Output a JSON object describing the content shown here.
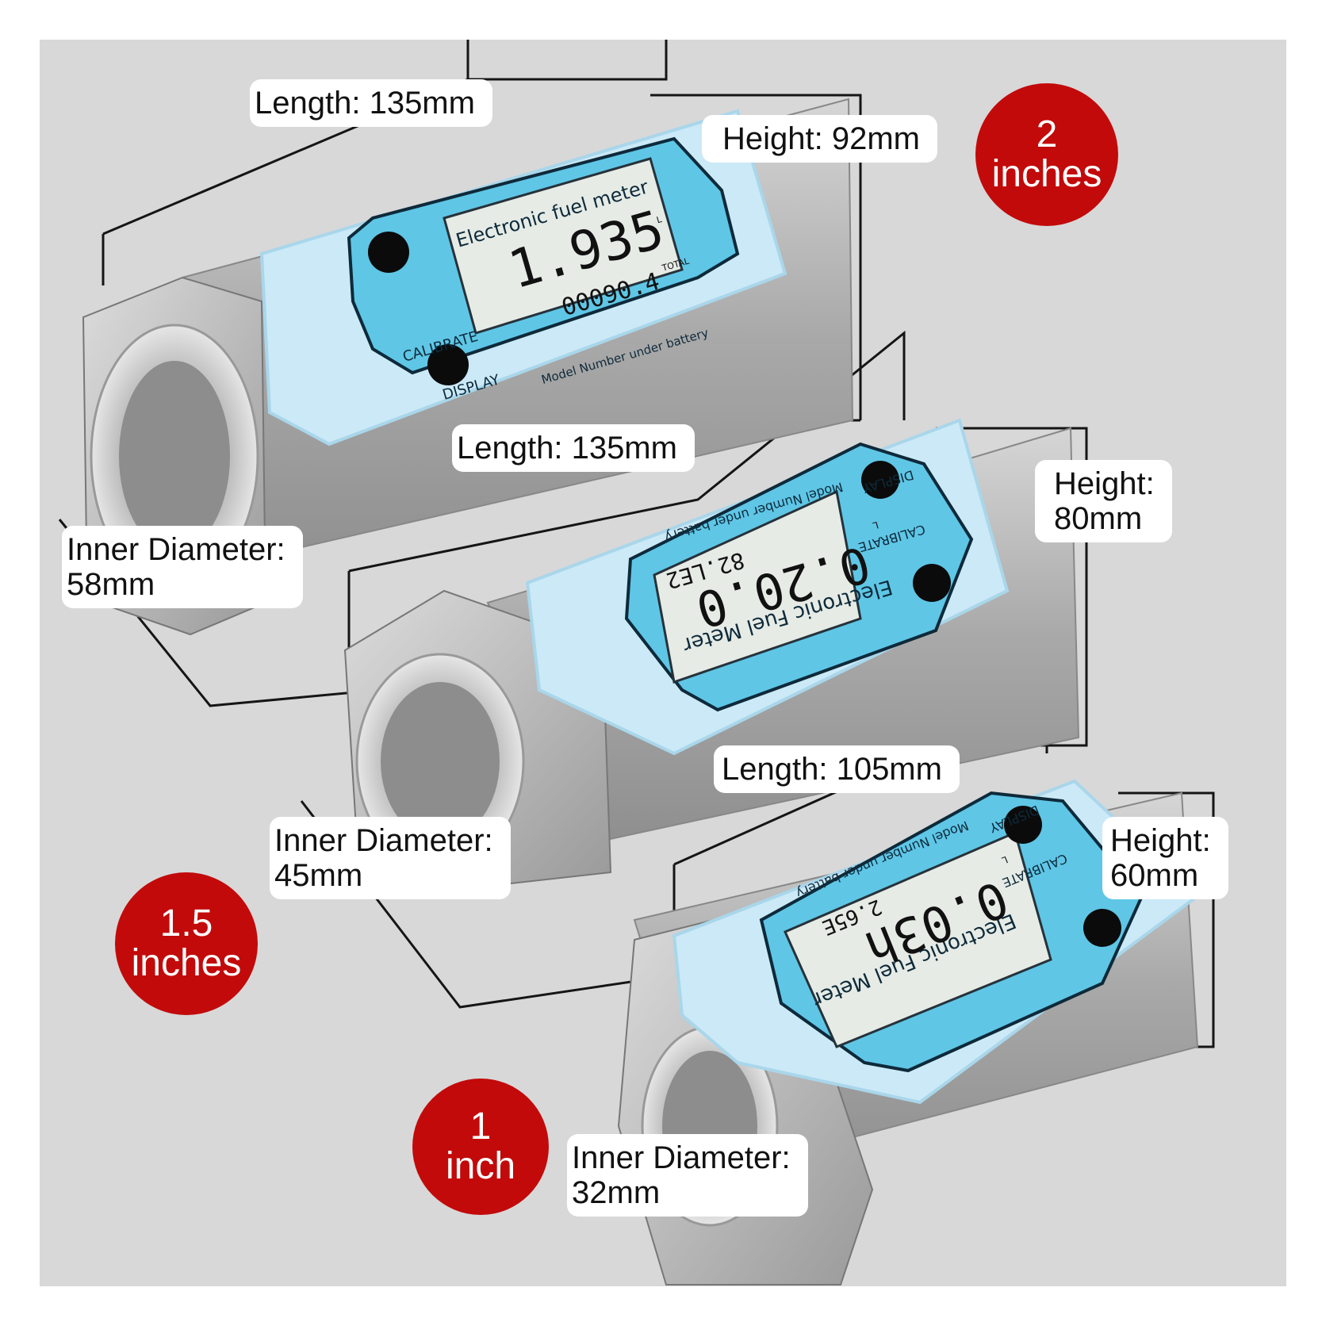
{
  "colors": {
    "background": "#d8d8d8",
    "badge": "#c20a0a",
    "meter_face": "#5fc6e6",
    "metal": "#b8b8b8",
    "lcd": "#e6ebe6"
  },
  "meters": [
    {
      "size_badge": [
        "2",
        "inches"
      ],
      "length_label": "Length: 135mm",
      "height_label": "Height: 92mm",
      "diameter_label": "Inner Diameter:\n58mm",
      "face": {
        "title": "Electronic fuel meter",
        "reading_main": "1.935",
        "reading_total": "00090.4",
        "total_label": "TOTAL",
        "unit": "L",
        "button_calibrate": "CALIBRATE",
        "button_display": "DISPLAY",
        "footer": "Model Number under battery"
      }
    },
    {
      "size_badge": [
        "1.5",
        "inches"
      ],
      "length_label": "Length: 135mm",
      "height_label": "Height:\n80mm",
      "diameter_label": "Inner Diameter:\n45mm",
      "face": {
        "title": "Electronic Fuel Meter",
        "reading_main": "0.20.0",
        "reading_total": "82.LE2",
        "unit": "L",
        "button_calibrate": "CALIBRATE",
        "button_display": "DISPLAY",
        "footer": "Model Number under battery"
      }
    },
    {
      "size_badge": [
        "1",
        "inch"
      ],
      "length_label": "Length: 105mm",
      "height_label": "Height:\n60mm",
      "diameter_label": "Inner Diameter:\n32mm",
      "face": {
        "title": "Electronic Fuel Meter",
        "reading_main": "0.03h",
        "reading_total": "2.65E",
        "unit": "L",
        "button_calibrate": "CALIBRATE",
        "button_display": "DISPLAY",
        "footer": "Model Number under battery"
      }
    }
  ]
}
